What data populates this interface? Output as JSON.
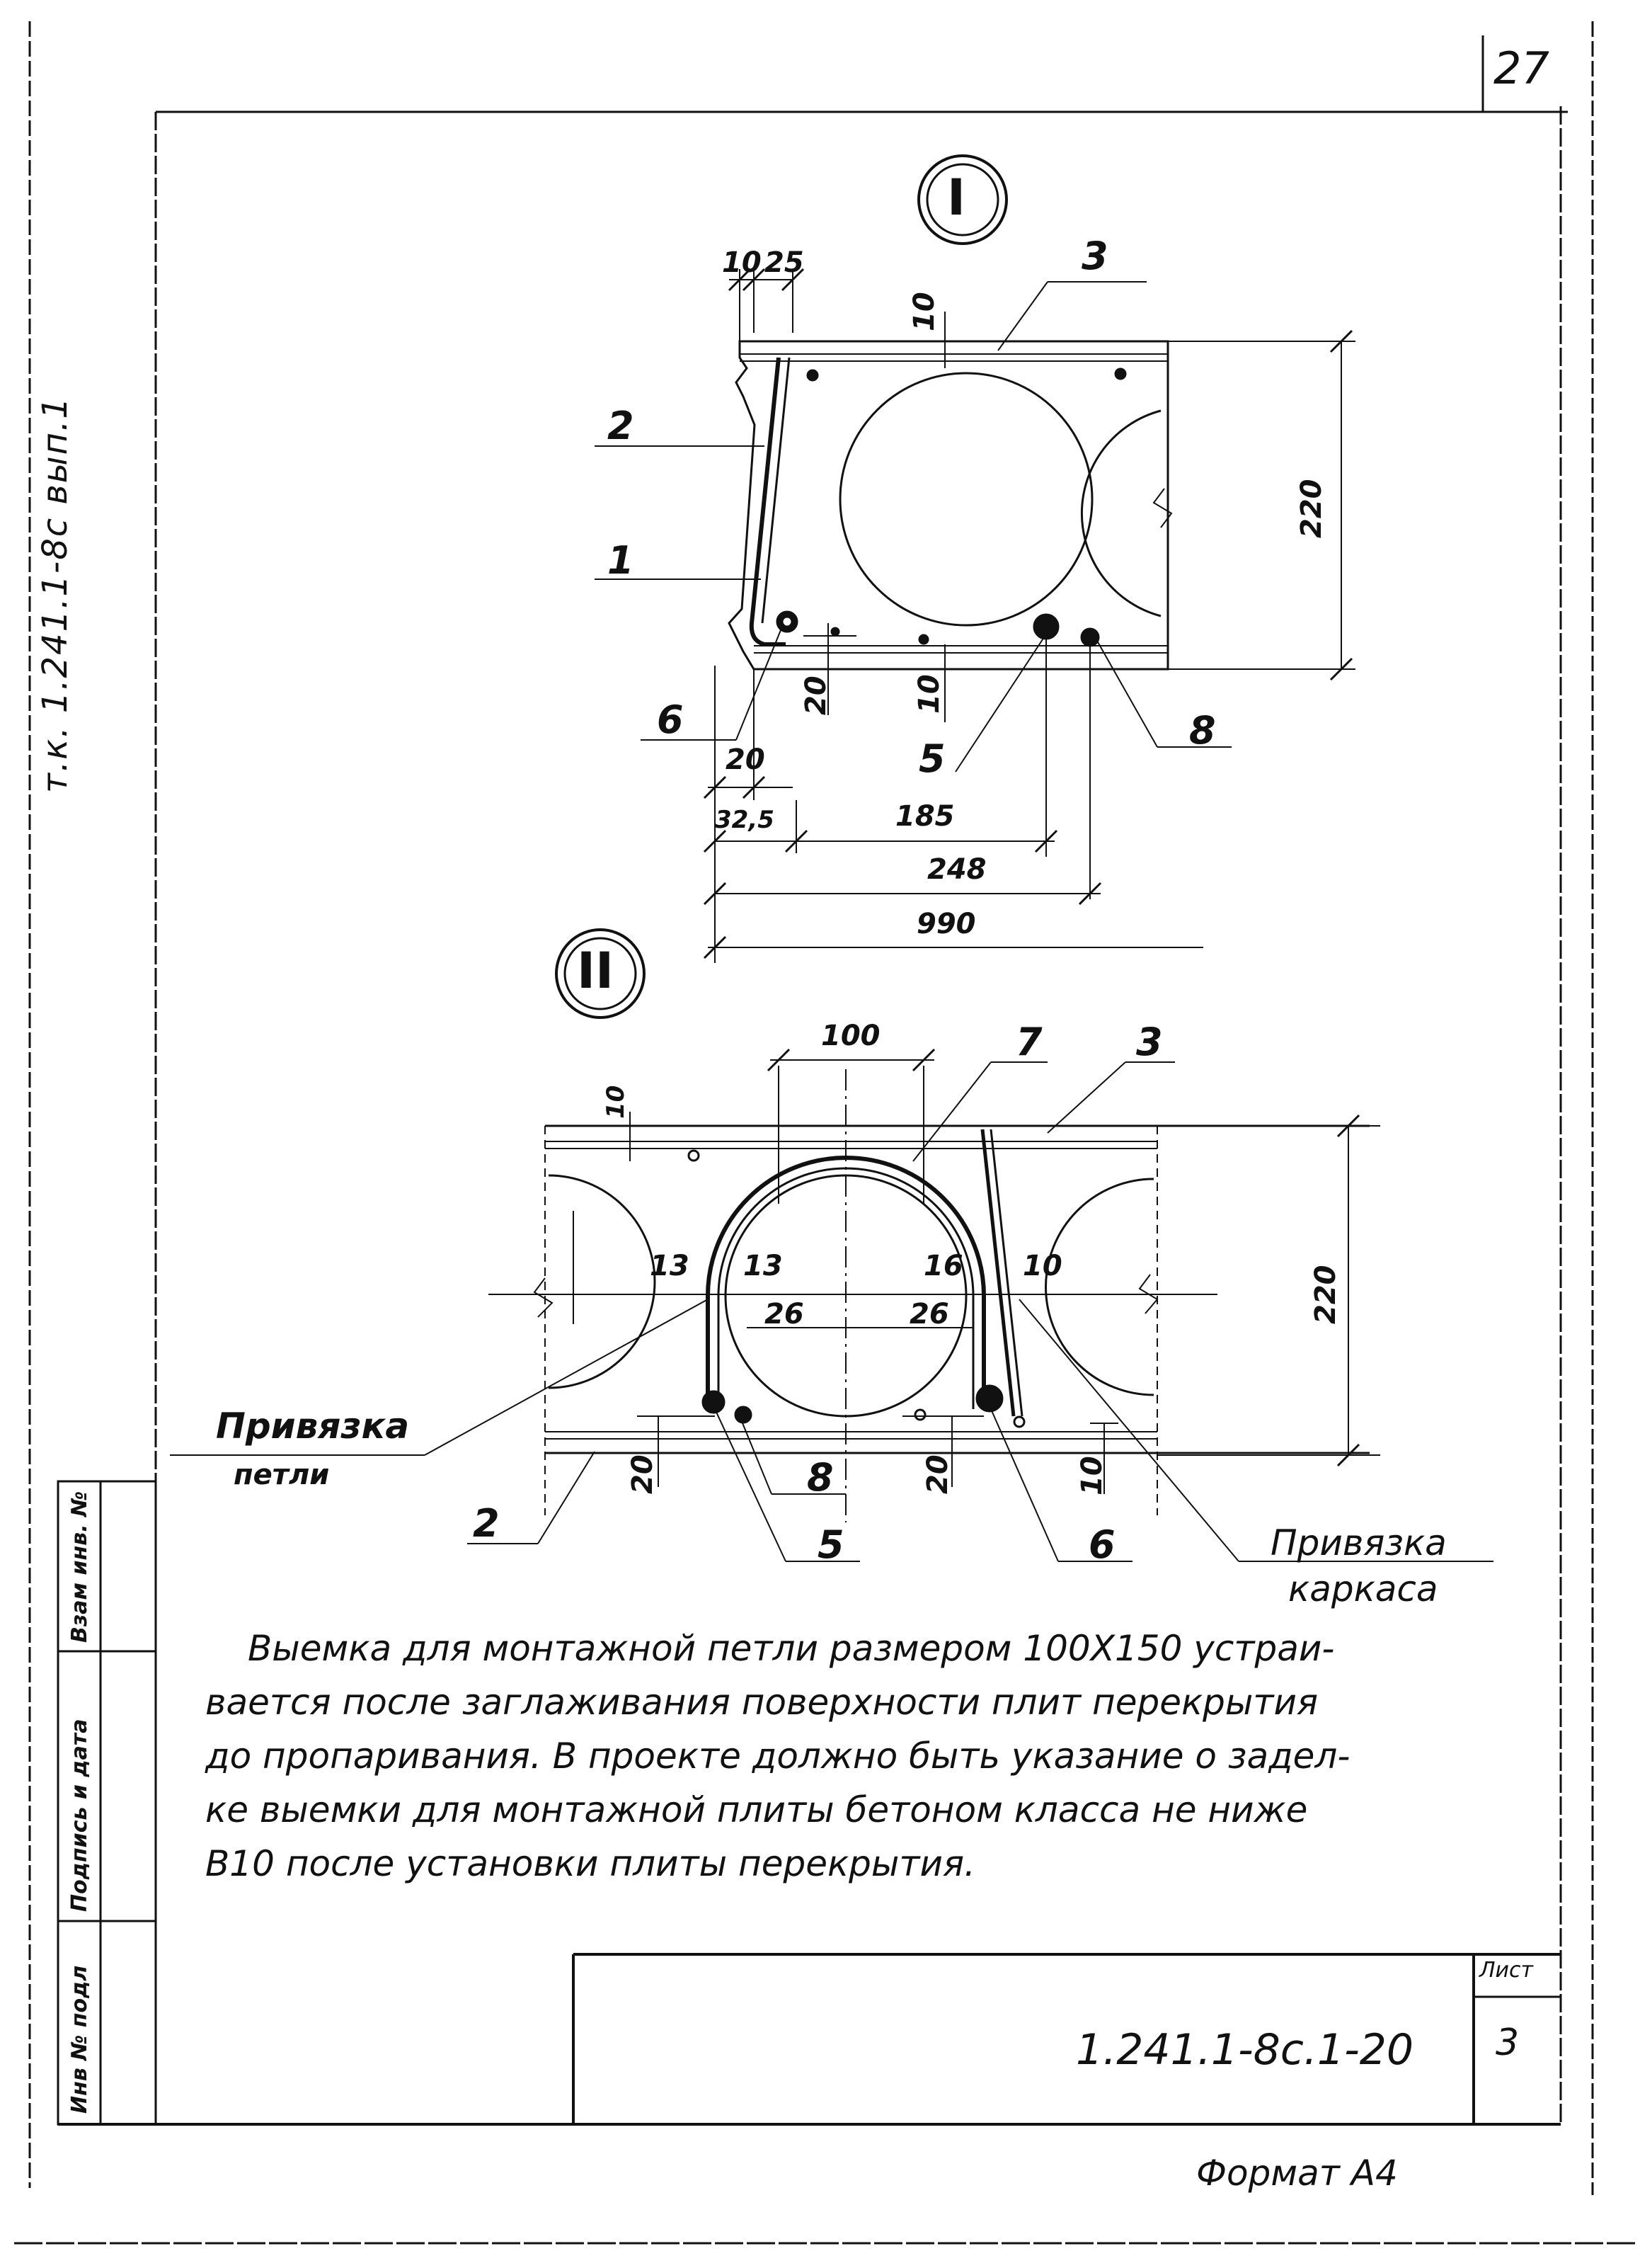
{
  "sheet": {
    "page_number": "27",
    "side_stamp": "т.к. 1.241.1-8с  вып.1",
    "stamp_code": "1.241.1-8с.1-20",
    "sheet_label": "Лист",
    "sheet_number": "3",
    "format_label": "Формат А4"
  },
  "left_strip": {
    "labels": [
      "Взам инв. №",
      "Подпись и дата",
      "Инв № подл"
    ]
  },
  "detail_1": {
    "marker": "I",
    "callouts": [
      "1",
      "2",
      "3",
      "5",
      "6",
      "8"
    ],
    "dims": {
      "top_a": "10",
      "top_b": "25",
      "top_c": "10",
      "height": "220",
      "bot_20v": "20",
      "bot_10v": "10",
      "d20": "20",
      "d32": "32,5",
      "d185": "185",
      "d248": "248",
      "d990": "990"
    }
  },
  "detail_2": {
    "marker": "II",
    "callouts": [
      "2",
      "3",
      "5",
      "6",
      "7",
      "8"
    ],
    "dims": {
      "top_100": "100",
      "top_10": "10",
      "height": "220",
      "d13a": "13",
      "d13b": "13",
      "d16": "16",
      "d10": "10",
      "d26a": "26",
      "d26b": "26",
      "b20a": "20",
      "b20b": "20",
      "b10": "10"
    },
    "label_loop_1": "Привязка",
    "label_loop_2": "петли",
    "label_frame_1": "Привязка",
    "label_frame_2": "каркаса"
  },
  "note": {
    "lines": [
      "Выемка для монтажной петли размером 100Х150 устраи-",
      "вается после заглаживания поверхности плит перекрытия",
      "до пропаривания. В проекте должно быть указание о задел-",
      "ке выемки для монтажной плиты бетоном класса не ниже",
      "В10 после установки плиты перекрытия."
    ]
  }
}
